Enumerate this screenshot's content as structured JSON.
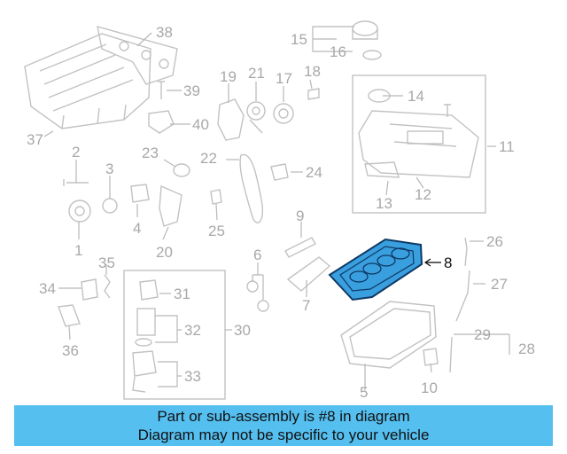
{
  "callouts": {
    "c1": "1",
    "c2": "2",
    "c3": "3",
    "c4": "4",
    "c5": "5",
    "c6": "6",
    "c7": "7",
    "c8": "8",
    "c9": "9",
    "c10": "10",
    "c11": "11",
    "c12": "12",
    "c13": "13",
    "c14": "14",
    "c15": "15",
    "c16": "16",
    "c17": "17",
    "c18": "18",
    "c19": "19",
    "c20": "20",
    "c21": "21",
    "c22": "22",
    "c23": "23",
    "c24": "24",
    "c25": "25",
    "c26": "26",
    "c27": "27",
    "c28": "28",
    "c29": "29",
    "c30": "30",
    "c31": "31",
    "c32": "32",
    "c33": "33",
    "c34": "34",
    "c35": "35",
    "c36": "36",
    "c37": "37",
    "c38": "38",
    "c39": "39",
    "c40": "40"
  },
  "highlight": {
    "part_number": "8",
    "color": "#3a9fde"
  },
  "banner": {
    "line1": "Part or sub-assembly is #8 in diagram",
    "line2": "Diagram may not be specific to your vehicle",
    "color": "#55bff0"
  }
}
